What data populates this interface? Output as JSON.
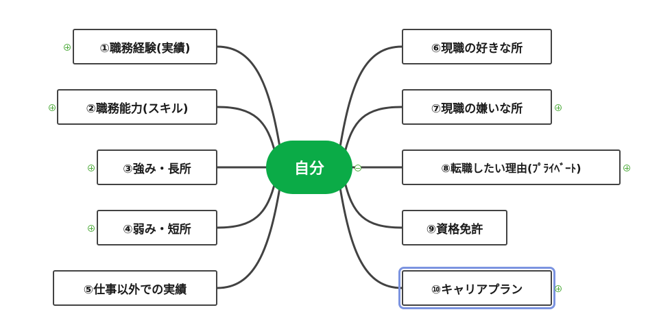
{
  "central": {
    "label": "自分",
    "color": "#0bab47"
  },
  "topics": [
    {
      "id": "t1",
      "label": "①職務経験(実績)",
      "side": "left",
      "toggle": "plus"
    },
    {
      "id": "t2",
      "label": "②職務能力(スキル)",
      "side": "left",
      "toggle": "plus"
    },
    {
      "id": "t3",
      "label": "③強み・長所",
      "side": "left",
      "toggle": "plus"
    },
    {
      "id": "t4",
      "label": "④弱み・短所",
      "side": "left",
      "toggle": "plus"
    },
    {
      "id": "t5",
      "label": "⑤仕事以外での実績",
      "side": "left",
      "toggle": "none"
    },
    {
      "id": "t6",
      "label": "⑥現職の好きな所",
      "side": "right",
      "toggle": "none"
    },
    {
      "id": "t7",
      "label": "⑦現職の嫌いな所",
      "side": "right",
      "toggle": "plus"
    },
    {
      "id": "t8",
      "label": "⑧転職したい理由(ﾌﾟﾗｲﾍﾞｰﾄ)",
      "side": "right",
      "toggle": "plus"
    },
    {
      "id": "t9",
      "label": "⑨資格免許",
      "side": "right",
      "toggle": "none"
    },
    {
      "id": "t10",
      "label": "⑩キャリアプラン",
      "side": "right",
      "toggle": "plus",
      "selected": true
    }
  ],
  "colors": {
    "line": "#424242",
    "toggle": "#4caa3a",
    "selection": "#7b93e0"
  }
}
